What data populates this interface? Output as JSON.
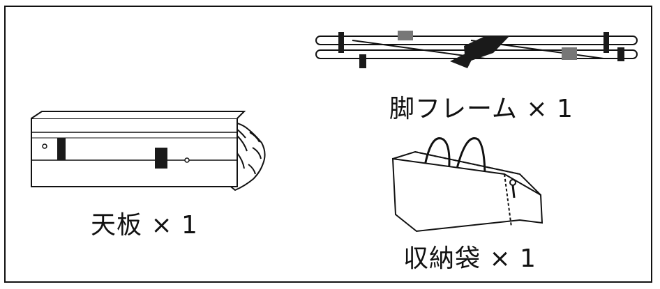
{
  "items": [
    {
      "key": "tabletop",
      "label": "天板 × 1",
      "icon": "rolled-tabletop-icon"
    },
    {
      "key": "leg-frame",
      "label": "脚フレーム × 1",
      "icon": "folded-leg-frame-icon"
    },
    {
      "key": "storage-bag",
      "label": "収納袋 × 1",
      "icon": "storage-bag-icon"
    }
  ],
  "colors": {
    "line": "#111111",
    "fill": "#ffffff",
    "shade": "#777777",
    "dark": "#1a1a1a"
  }
}
